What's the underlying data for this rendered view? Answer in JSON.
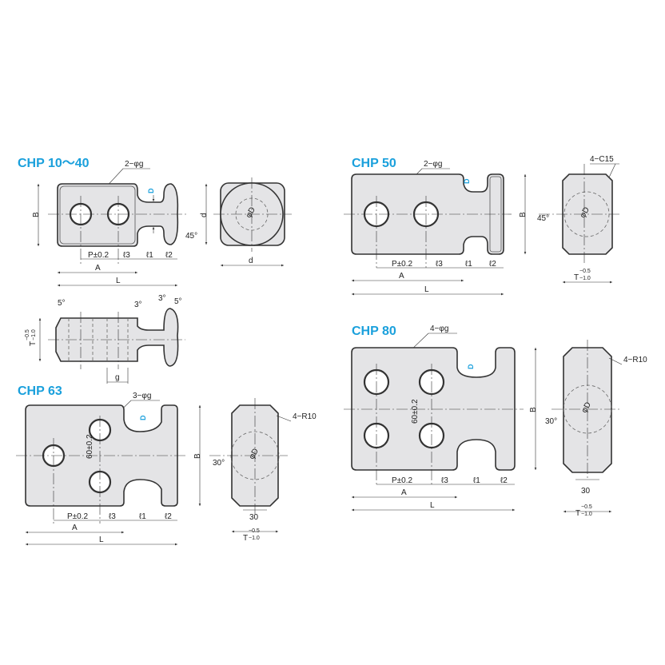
{
  "colors": {
    "title": "#1aa0dc",
    "part": "#e4e4e6",
    "line": "#333333"
  },
  "chp10_40": {
    "title": "CHP 10～40",
    "holes": "2−φg",
    "D": "D",
    "B": "B",
    "d": "d",
    "angle45": "45°",
    "P": "P±0.2",
    "l3": "ℓ3",
    "l1": "ℓ1",
    "l2": "ℓ2",
    "A": "A",
    "L": "L",
    "phiD": "φD",
    "d_bottom": "d",
    "a5": "5°",
    "a3": "3°",
    "a3b": "3°",
    "a5b": "5°",
    "T": "T",
    "T_tol_upper": "−0.5",
    "T_tol_lower": "−1.0",
    "g": "g"
  },
  "chp50": {
    "title": "CHP 50",
    "holes": "2−φg",
    "D": "D",
    "B": "B",
    "P": "P±0.2",
    "l3": "ℓ3",
    "l1": "ℓ1",
    "l2": "ℓ2",
    "A": "A",
    "L": "L",
    "chamfer": "4−C15",
    "angle45": "45°",
    "phiD": "φD",
    "T": "T",
    "T_tol_upper": "−0.5",
    "T_tol_lower": "−1.0"
  },
  "chp63": {
    "title": "CHP 63",
    "holes": "3−φg",
    "D": "D",
    "B": "B",
    "pitch60": "60±0.2",
    "P": "P±0.2",
    "l3": "ℓ3",
    "l1": "ℓ1",
    "l2": "ℓ2",
    "A": "A",
    "L": "L",
    "radius": "4−R10",
    "angle30": "30°",
    "phiD": "φD",
    "w30": "30",
    "T": "T",
    "T_tol_upper": "−0.5",
    "T_tol_lower": "−1.0"
  },
  "chp80": {
    "title": "CHP 80",
    "holes": "4−φg",
    "D": "D",
    "B": "B",
    "pitch60": "60±0.2",
    "P": "P±0.2",
    "l3": "ℓ3",
    "l1": "ℓ1",
    "l2": "ℓ2",
    "A": "A",
    "L": "L",
    "radius": "4−R10",
    "angle30": "30°",
    "phiD": "φD",
    "w30": "30",
    "T": "T",
    "T_tol_upper": "−0.5",
    "T_tol_lower": "−1.0"
  }
}
